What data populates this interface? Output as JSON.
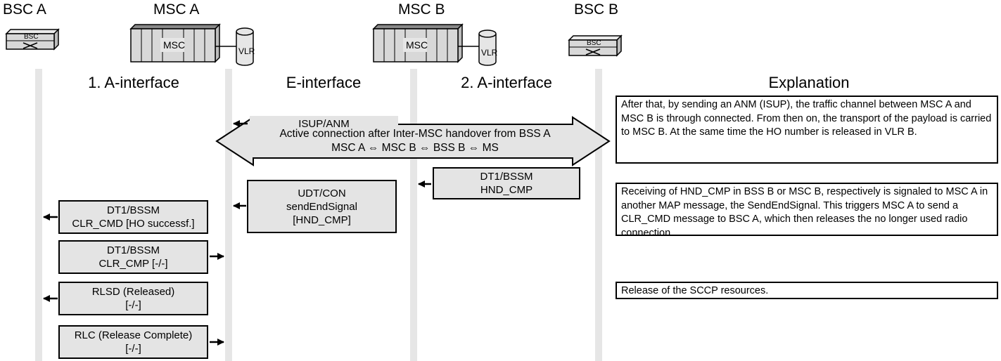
{
  "nodes": {
    "bsc_a": "BSC A",
    "msc_a": "MSC A",
    "msc_b": "MSC B",
    "bsc_b": "BSC B",
    "bsc_icon_text": "BSC",
    "msc_icon_text": "MSC",
    "vlr_icon_text": "VLR"
  },
  "interfaces": {
    "a1": "1. A-interface",
    "e": "E-interface",
    "a2": "2. A-interface",
    "explanation": "Explanation"
  },
  "messages": {
    "isup_anm": "ISUP/ANM",
    "active_line1": "Active connection after Inter-MSC handover from BSS A",
    "active_line2": "MSC A ⇔ MSC B ⇔ BSS B ⇔ MS",
    "dt1_hnd_l1": "DT1/BSSM",
    "dt1_hnd_l2": "HND_CMP",
    "udt_l1": "UDT/CON",
    "udt_l2": "sendEndSignal",
    "udt_l3": "[HND_CMP]",
    "clr_cmd_l1": "DT1/BSSM",
    "clr_cmd_l2": "CLR_CMD [HO successf.]",
    "clr_cmp_l1": "DT1/BSSM",
    "clr_cmp_l2": "CLR_CMP [-/-]",
    "rlsd_l1": "RLSD (Released)",
    "rlsd_l2": "[-/-]",
    "rlc_l1": "RLC (Release Complete)",
    "rlc_l2": "[-/-]"
  },
  "explanations": {
    "e1": "After that, by sending an ANM (ISUP), the traffic channel between MSC A and MSC B is through connected. From then on, the transport of the payload is carried to MSC B. At the same time the HO number is released in VLR B.",
    "e2": "Receiving of HND_CMP in BSS B or MSC B, respectively is signaled to MSC A in another MAP message, the SendEndSignal. This triggers MSC A to send a CLR_CMD message to BSC A, which then releases the no longer used radio connection.",
    "e3": "Release of the SCCP resources."
  },
  "colors": {
    "lifeline": "#e6e6e6",
    "box_fill": "#e4e4e4",
    "icon_fill": "#d8d8d8",
    "stroke": "#000000"
  }
}
